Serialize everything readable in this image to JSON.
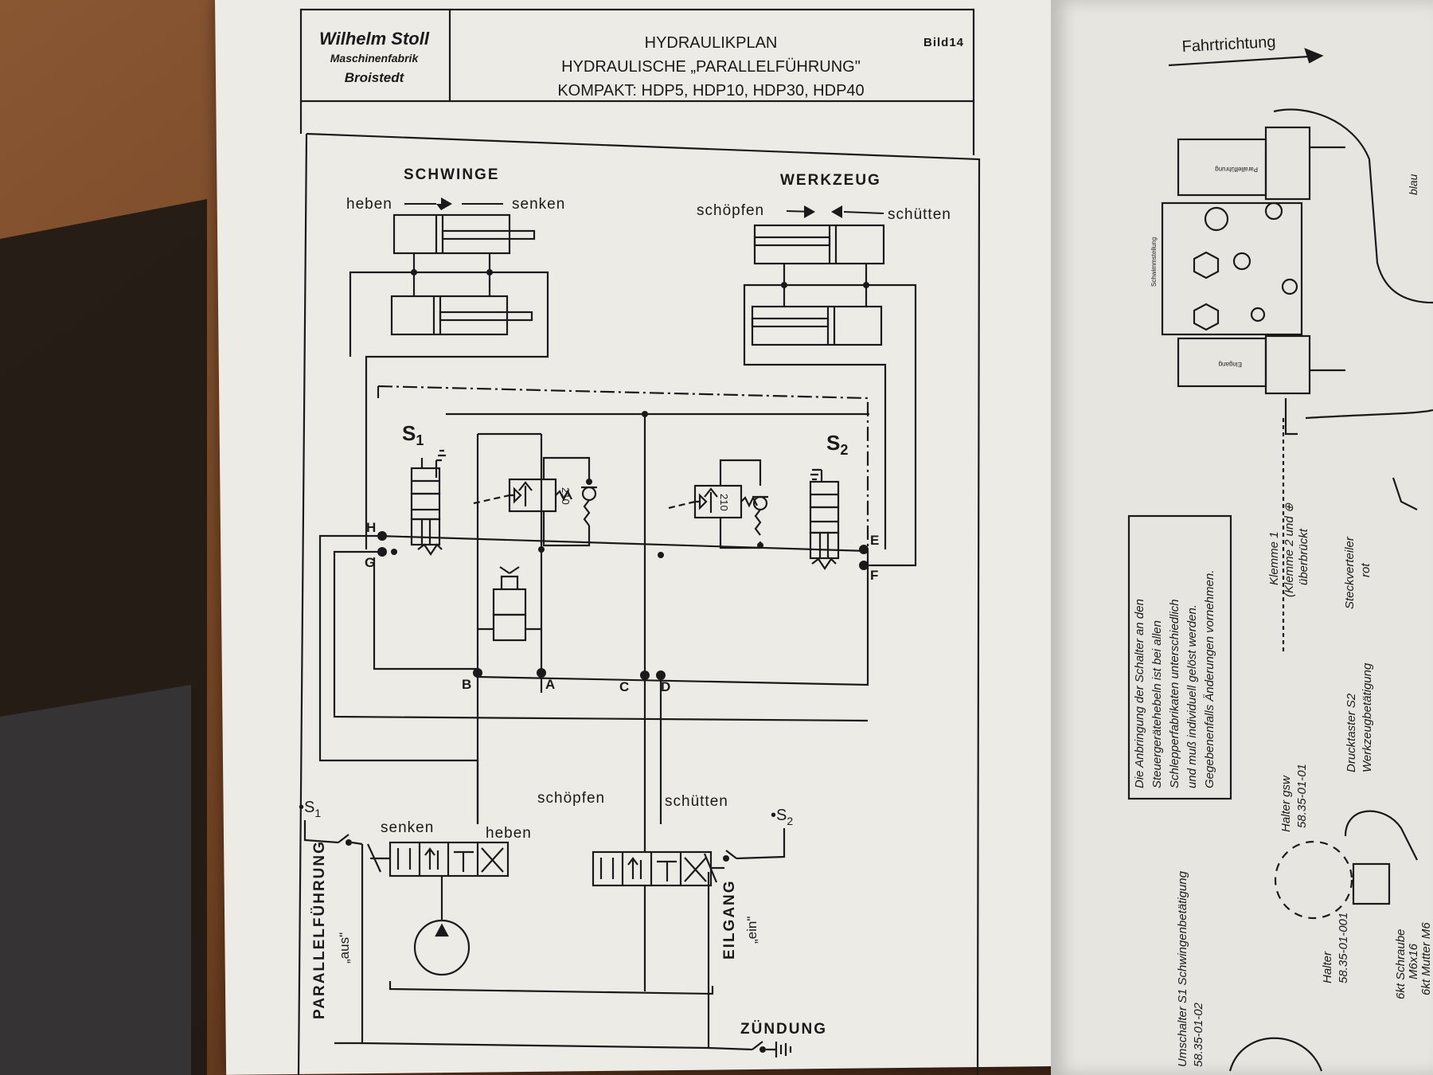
{
  "title_block": {
    "company_name": "Wilhelm Stoll",
    "company_line2": "Maschinenfabrik",
    "company_city": "Broistedt",
    "plan_title": "HYDRAULIKPLAN",
    "plan_subtitle": "HYDRAULISCHE „PARALLELFÜHRUNG\"",
    "plan_models": "KOMPAKT: HDP5, HDP10, HDP30, HDP40",
    "figure_no": "Bild14"
  },
  "schwinge": {
    "title": "SCHWINGE",
    "heben": "heben",
    "senken": "senken"
  },
  "werkzeug": {
    "title": "WERKZEUG",
    "schoepfen": "schöpfen",
    "schuetten": "schütten"
  },
  "valves": {
    "s1": "S",
    "s1_sub": "1",
    "s2": "S",
    "s2_sub": "2",
    "relief_pressure": "210"
  },
  "ports": {
    "H": "H",
    "G": "G",
    "E": "E",
    "F": "F",
    "A": "A",
    "B": "B",
    "C": "C",
    "D": "D"
  },
  "lower": {
    "senken": "senken",
    "heben": "heben",
    "schoepfen": "schöpfen",
    "schuetten": "schütten",
    "switch_s1": "S",
    "switch_s1_sub": "1",
    "switch_s2": "S",
    "switch_s2_sub": "2",
    "parallel_label": "PARALLELFÜHRUNG",
    "aus_label": "„aus\"",
    "eilgang_label": "EILGANG",
    "ein_label": "„ein\"",
    "zuendung": "ZÜNDUNG"
  },
  "right_page": {
    "fahrtrichtung": "Fahrtrichtung",
    "parallelfuehrung": "Parallelführung",
    "eingang": "Eingang",
    "schwimmstellung": "Schwimmstellung",
    "blau": "blau",
    "note_line1": "Die Anbringung der Schalter an den",
    "note_line2": "Steuergerätehebeln ist bei allen",
    "note_line3": "Schlepperfabrikaten unterschiedlich",
    "note_line4": "und muß individuell gelöst werden.",
    "note_line5": "Gegebenenfalls Änderungen vornehmen.",
    "klemme1": "Klemme 1",
    "klemme2": "(Klemme 2 und ⊕",
    "ueberbrueckt": "überbrückt",
    "steckverteiler": "Steckverteiler",
    "rot": "rot",
    "drucktaster": "Drucktaster S2",
    "werkzeugbetaetigung": "Werkzeugbetätigung",
    "halter_gsw": "Halter gsw",
    "halter_gsw_no": "58.35-01-01",
    "umschalter": "Umschalter S1 Schwingenbetätigung",
    "umschalter_no": "58.35-01-02",
    "halter2": "Halter",
    "halter2_no": "58.35-01-001",
    "schraube": "6kt Schraube",
    "schraube_size": "M6x16",
    "mutter": "6kt Mutter M6"
  },
  "colors": {
    "paper": "#ecebe6",
    "ink": "#1a1a1a",
    "wood": "#6b3f22"
  }
}
